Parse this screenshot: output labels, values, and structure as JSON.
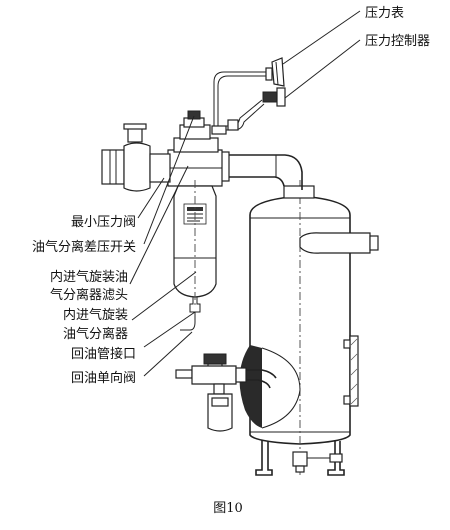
{
  "labels": {
    "pressure_gauge": "压力表",
    "pressure_controller": "压力控制器",
    "min_pressure_valve": "最小压力阀",
    "diff_pressure_switch": "油气分离差压开关",
    "filter_head_line1": "内进气旋装油",
    "filter_head_line2": "气分离器滤头",
    "separator_line1": "内进气旋装",
    "separator_line2": "油气分离器",
    "oil_return_port": "回油管接口",
    "oil_check_valve": "回油单向阀"
  },
  "caption": "图10"
}
